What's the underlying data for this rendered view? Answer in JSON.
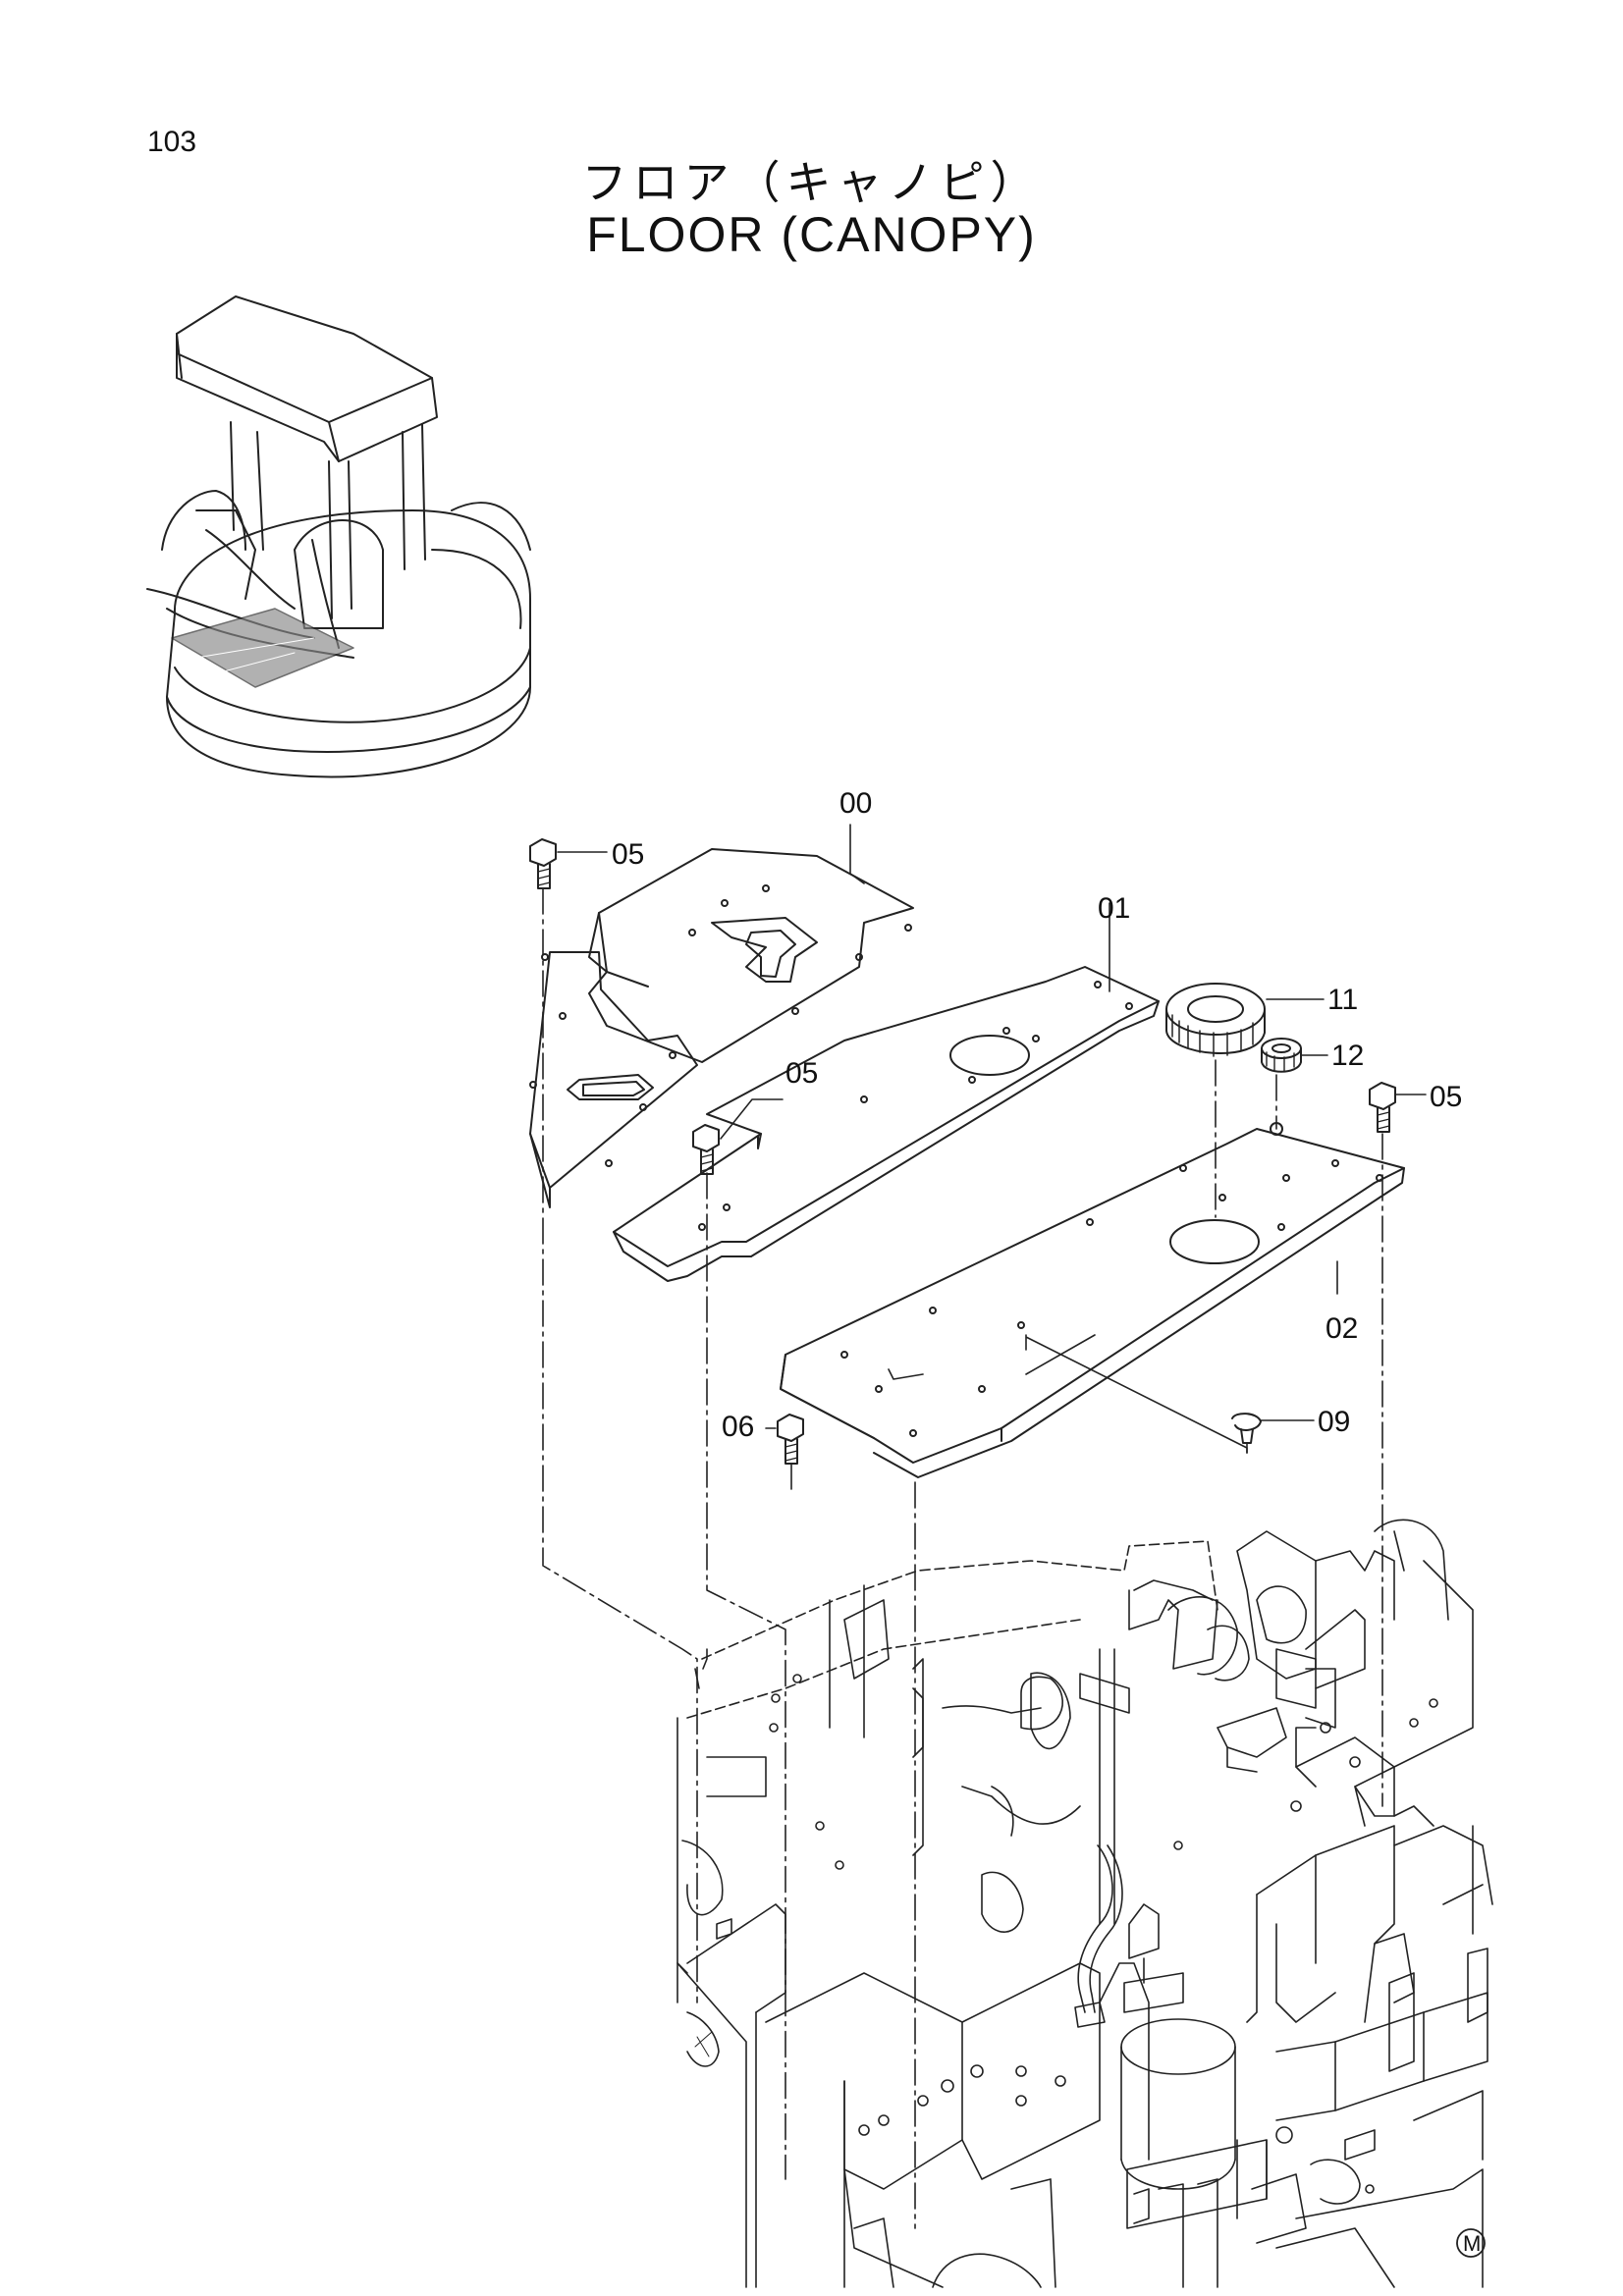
{
  "page": {
    "number": "103"
  },
  "title": {
    "japanese": "フロア（キャノピ）",
    "english": "FLOOR (CANOPY)"
  },
  "callouts": [
    {
      "id": "00",
      "label": "00"
    },
    {
      "id": "01",
      "label": "01"
    },
    {
      "id": "02",
      "label": "02"
    },
    {
      "id": "05a",
      "label": "05"
    },
    {
      "id": "05b",
      "label": "05"
    },
    {
      "id": "05c",
      "label": "05"
    },
    {
      "id": "06",
      "label": "06"
    },
    {
      "id": "09",
      "label": "09"
    },
    {
      "id": "11",
      "label": "11"
    },
    {
      "id": "12",
      "label": "12"
    }
  ],
  "corner_mark": "M"
}
